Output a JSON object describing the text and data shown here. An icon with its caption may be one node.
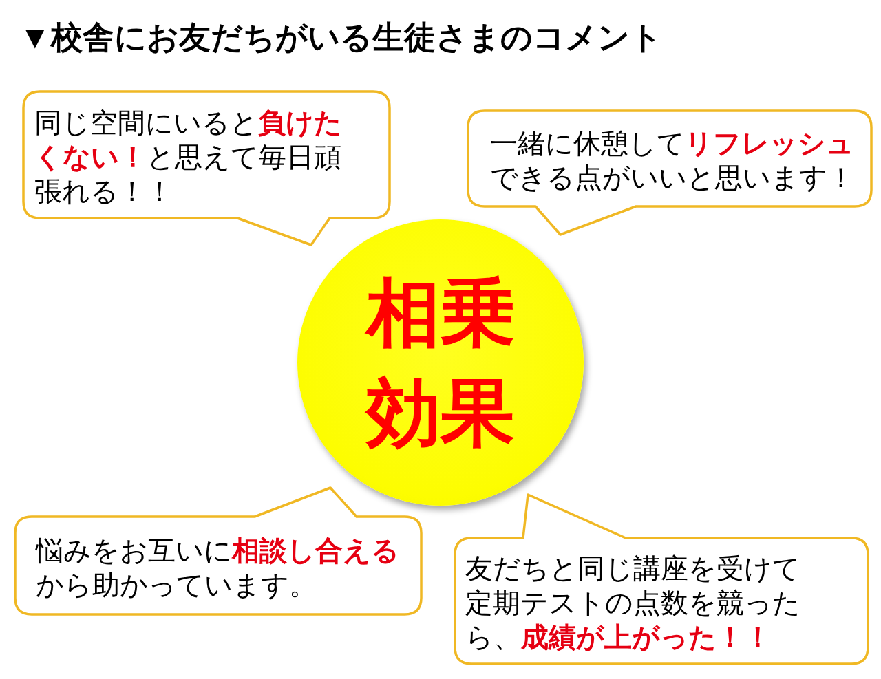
{
  "diagram": {
    "title": "▼校舎にお友だちがいる生徒さまのコメント",
    "nodes": [
      {
        "text": [
          "同じ空間にいると**負けたくない！**と思えて毎日頑張れる！！"
        ]
      },
      {
        "text": [
          "一緒に休憩して**リフレッシュ**できる点がいいと思います！"
        ]
      },
      {
        "text": [
          "相乗効果"
        ]
      },
      {
        "text": [
          "悩みをお互いに**相談し合える**から助かっています。"
        ]
      },
      {
        "text": [
          "友だちと同じ講座を受けて定期テストの点数を競ったら、**成績が上がった！！**"
        ]
      }
    ]
  }
}
